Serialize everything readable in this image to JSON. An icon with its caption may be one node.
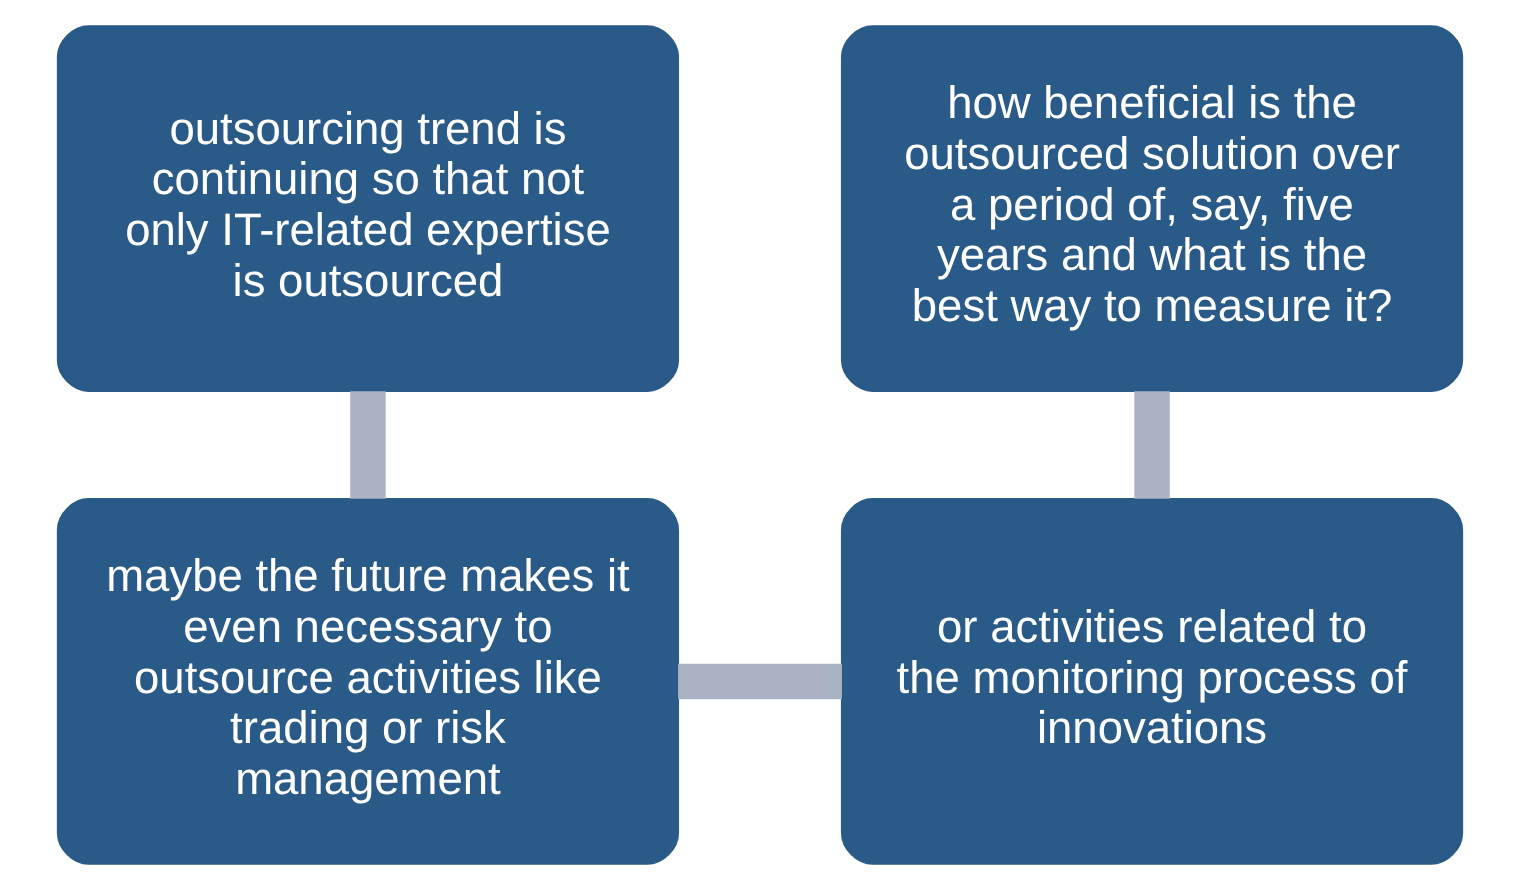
{
  "diagram": {
    "nodes": [
      {
        "text": [
          "outsourcing trend is continuing so that not only IT-related expertise is outsourced"
        ]
      },
      {
        "text": [
          "maybe the future makes it even necessary to outsource activities like trading or risk management"
        ]
      },
      {
        "text": [
          "or activities related to the monitoring process of innovations"
        ]
      },
      {
        "text": [
          "how beneficial is the outsourced solution over a period of, say, five years and what is the best way to measure it?"
        ]
      }
    ],
    "edges": [
      {
        "from": 0,
        "to": 1,
        "arrow": "none"
      },
      {
        "from": 1,
        "to": 2,
        "arrow": "none"
      },
      {
        "from": 2,
        "to": 3,
        "arrow": "none"
      }
    ]
  }
}
